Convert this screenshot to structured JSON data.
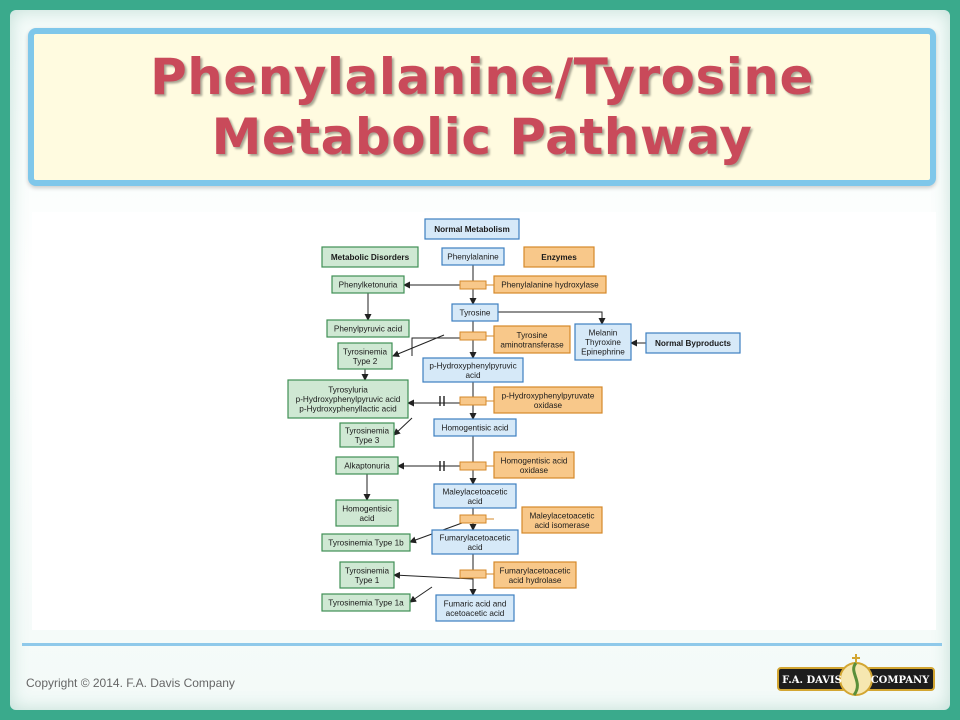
{
  "title": {
    "line1": "Phenylalanine/Tyrosine",
    "line2": "Metabolic Pathway"
  },
  "diagram": {
    "nodes": [
      {
        "id": "normal-metabolism",
        "label": [
          "Normal Metabolism"
        ],
        "kind": "header-blue"
      },
      {
        "id": "metabolic-disorders",
        "label": [
          "Metabolic Disorders"
        ],
        "kind": "header-green"
      },
      {
        "id": "enzymes",
        "label": [
          "Enzymes"
        ],
        "kind": "header-orange"
      },
      {
        "id": "normal-byproducts",
        "label": [
          "Normal Byproducts"
        ],
        "kind": "header-blue"
      },
      {
        "id": "phenylalanine",
        "label": [
          "Phenylalanine"
        ],
        "kind": "blue"
      },
      {
        "id": "tyrosine",
        "label": [
          "Tyrosine"
        ],
        "kind": "blue"
      },
      {
        "id": "p-hydroxyphenylpyruvic-acid",
        "label": [
          "p-Hydroxyphenylpyruvic",
          "acid"
        ],
        "kind": "blue"
      },
      {
        "id": "homogentisic-acid",
        "label": [
          "Homogentisic acid"
        ],
        "kind": "blue"
      },
      {
        "id": "maleylacetoacetic-acid",
        "label": [
          "Maleylacetoacetic",
          "acid"
        ],
        "kind": "blue"
      },
      {
        "id": "fumarylacetoacetic-acid",
        "label": [
          "Fumarylacetoacetic",
          "acid"
        ],
        "kind": "blue"
      },
      {
        "id": "fumaric-acid",
        "label": [
          "Fumaric acid and",
          "acetoacetic acid"
        ],
        "kind": "blue"
      },
      {
        "id": "melanin-group",
        "label": [
          "Melanin",
          "Thyroxine",
          "Epinephrine"
        ],
        "kind": "blue"
      },
      {
        "id": "phenylalanine-hydroxylase",
        "label": [
          "Phenylalanine hydroxylase"
        ],
        "kind": "orange"
      },
      {
        "id": "tyrosine-aminotransferase",
        "label": [
          "Tyrosine",
          "aminotransferase"
        ],
        "kind": "orange"
      },
      {
        "id": "p-hydroxyphenylpyruvate-oxidase",
        "label": [
          "p-Hydroxyphenylpyruvate",
          "oxidase"
        ],
        "kind": "orange"
      },
      {
        "id": "homogentisic-acid-oxidase",
        "label": [
          "Homogentisic acid",
          "oxidase"
        ],
        "kind": "orange"
      },
      {
        "id": "maleylacetoacetic-acid-isomerase",
        "label": [
          "Maleylacetoacetic",
          "acid isomerase"
        ],
        "kind": "orange"
      },
      {
        "id": "fumarylacetoacetic-acid-hydrolase",
        "label": [
          "Fumarylacetoacetic",
          "acid hydrolase"
        ],
        "kind": "orange"
      },
      {
        "id": "phenylketonuria",
        "label": [
          "Phenylketonuria"
        ],
        "kind": "green"
      },
      {
        "id": "phenylpyruvic-acid",
        "label": [
          "Phenylpyruvic acid"
        ],
        "kind": "green"
      },
      {
        "id": "tyrosinemia-type-2",
        "label": [
          "Tyrosinemia",
          "Type 2"
        ],
        "kind": "green"
      },
      {
        "id": "tyrosyluria",
        "label": [
          "Tyrosyluria",
          "p-Hydroxyphenylpyruvic acid",
          "p-Hydroxyphenyllactic acid"
        ],
        "kind": "green"
      },
      {
        "id": "tyrosinemia-type-3",
        "label": [
          "Tyrosinemia",
          "Type 3"
        ],
        "kind": "green"
      },
      {
        "id": "alkaptonuria",
        "label": [
          "Alkaptonuria"
        ],
        "kind": "green"
      },
      {
        "id": "homogentisic-acid-disorder",
        "label": [
          "Homogentisic",
          "acid"
        ],
        "kind": "green"
      },
      {
        "id": "tyrosinemia-type-1b",
        "label": [
          "Tyrosinemia Type 1b"
        ],
        "kind": "green"
      },
      {
        "id": "tyrosinemia-type-1",
        "label": [
          "Tyrosinemia",
          "Type 1"
        ],
        "kind": "green"
      },
      {
        "id": "tyrosinemia-type-1a",
        "label": [
          "Tyrosinemia Type 1a"
        ],
        "kind": "green"
      }
    ]
  },
  "footer": {
    "copyright": "Copyright © 2014. F.A. Davis Company",
    "logo_left": "F.A. DAVIS",
    "logo_right": "COMPANY"
  },
  "colors": {
    "frame": "#3aaa8c",
    "title_text": "#c94a5a",
    "title_bg": "#fffbe0",
    "title_border": "#7fc7ea",
    "blue_fill": "#d6e9f8",
    "blue_stroke": "#3d7fc0",
    "green_fill": "#cfe8d3",
    "green_stroke": "#3f8f55",
    "orange_fill": "#f8c88a",
    "orange_stroke": "#d5882a",
    "logo_dark": "#1d1d1d",
    "logo_gold": "#d3a632"
  }
}
